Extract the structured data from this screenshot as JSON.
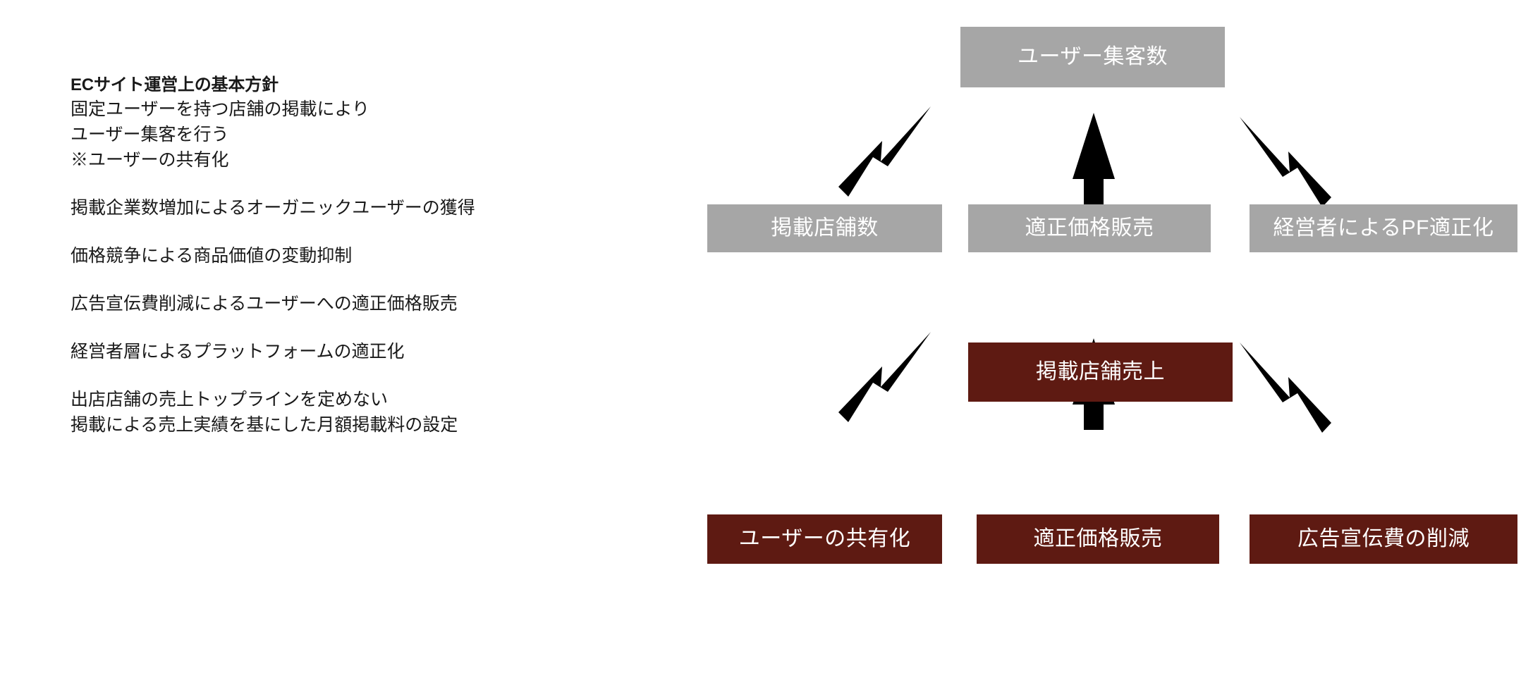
{
  "left_panel": {
    "heading": "ECサイト運営上の基本方針",
    "paragraphs": [
      "固定ユーザーを持つ店舗の掲載により\nユーザー集客を行う\n※ユーザーの共有化",
      "掲載企業数増加によるオーガニックユーザーの獲得",
      "価格競争による商品価値の変動抑制",
      "広告宣伝費削減によるユーザーへの適正価格販売",
      "経営者層によるプラットフォームの適正化",
      "出店店舗の売上トップラインを定めない\n掲載による売上実績を基にした月額掲載料の設定"
    ]
  },
  "diagram": {
    "colors": {
      "gray": "#a6a6a6",
      "maroon": "#5e1a12",
      "arrow": "#000000",
      "node_text": "#ffffff"
    },
    "upper_group": {
      "outcome": "ユーザー集客数",
      "drivers": [
        "掲載店舗数",
        "適正価格販売",
        "経営者によるPF適正化"
      ]
    },
    "lower_group": {
      "outcome": "掲載店舗売上",
      "drivers": [
        "ユーザーの共有化",
        "適正価格販売",
        "広告宣伝費の削減"
      ]
    }
  }
}
